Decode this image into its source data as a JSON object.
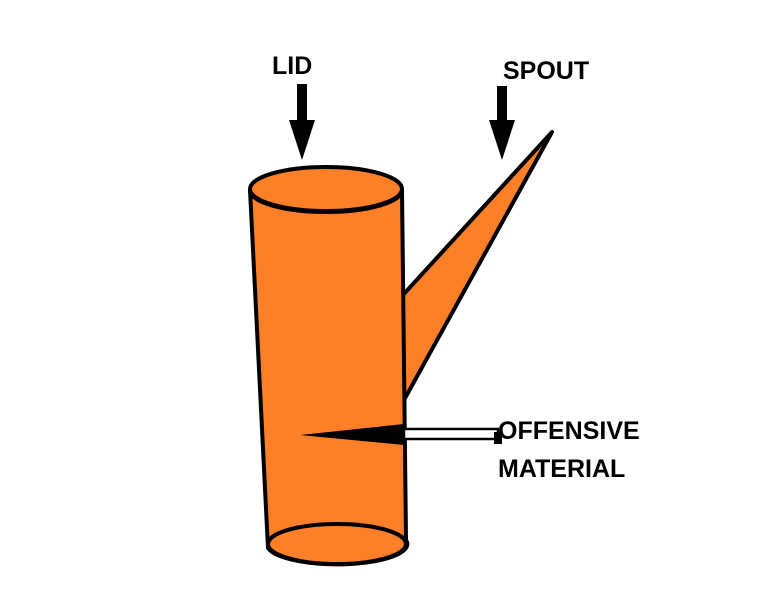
{
  "labels": {
    "lid": "LID",
    "spout": "SPOUT",
    "offensive_line1": "OFFENSIVE",
    "offensive_line2": "MATERIAL"
  },
  "colors": {
    "body_fill": "#fd7f27",
    "stroke": "#000000",
    "background": "#ffffff"
  }
}
